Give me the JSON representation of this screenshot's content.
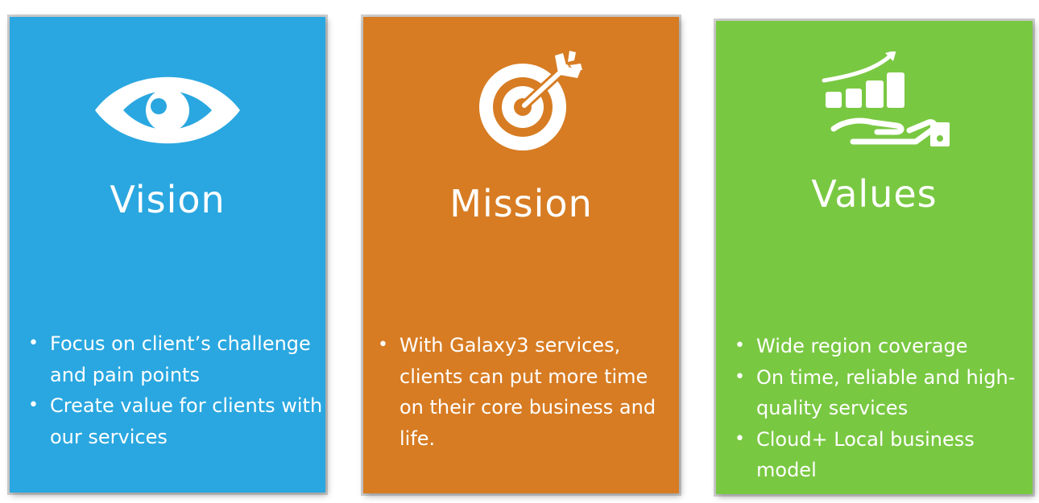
{
  "colors": {
    "vision": "#2aa7e0",
    "mission": "#d77c23",
    "values": "#79c842",
    "text": "#ffffff"
  },
  "cards": [
    {
      "key": "vision",
      "icon": "eye-icon",
      "title": "Vision",
      "bullets": [
        "Focus on client’s challenge and pain points",
        "Create value for clients with our services"
      ]
    },
    {
      "key": "mission",
      "icon": "target-arrow-icon",
      "title": "Mission",
      "bullets": [
        "With Galaxy3 services, clients can put more time on their core business and life."
      ]
    },
    {
      "key": "values",
      "icon": "growth-chart-hand-icon",
      "title": "Values",
      "bullets": [
        "Wide region coverage",
        "On time, reliable and high-quality services",
        "Cloud+ Local business model"
      ]
    }
  ]
}
